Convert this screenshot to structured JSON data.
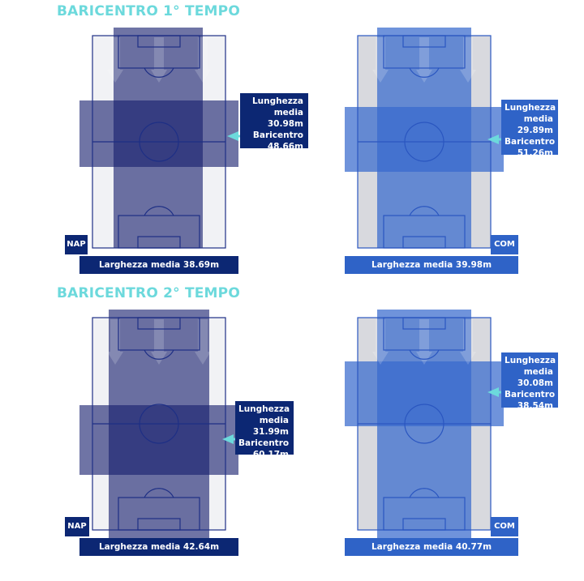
{
  "sections": [
    {
      "title": "BARICENTRO 1° TEMPO"
    },
    {
      "title": "BARICENTRO 2° TEMPO"
    }
  ],
  "colors": {
    "title": "#6cd9dc",
    "nap": "#0c2773",
    "com": "#2f63c7",
    "arrow": "#6cd9dc",
    "pitch_line_nap": "#1e2f85",
    "pitch_line_com": "#2a56c0"
  },
  "panels": [
    {
      "team": "NAP",
      "info": {
        "line1": "Lunghezza",
        "line2": "media 30.98m",
        "line3": "Baricentro",
        "line4": "48.66m"
      },
      "width_label": "Larghezza media 38.69m"
    },
    {
      "team": "COM",
      "info": {
        "line1": "Lunghezza",
        "line2": "media 29.89m",
        "line3": "Baricentro",
        "line4": "51.26m"
      },
      "width_label": "Larghezza media 39.98m"
    },
    {
      "team": "NAP",
      "info": {
        "line1": "Lunghezza",
        "line2": "media 31.99m",
        "line3": "Baricentro",
        "line4": "60.17m"
      },
      "width_label": "Larghezza media 42.64m"
    },
    {
      "team": "COM",
      "info": {
        "line1": "Lunghezza",
        "line2": "media 30.08m",
        "line3": "Baricentro",
        "line4": "38.54m"
      },
      "width_label": "Larghezza media 40.77m"
    }
  ]
}
